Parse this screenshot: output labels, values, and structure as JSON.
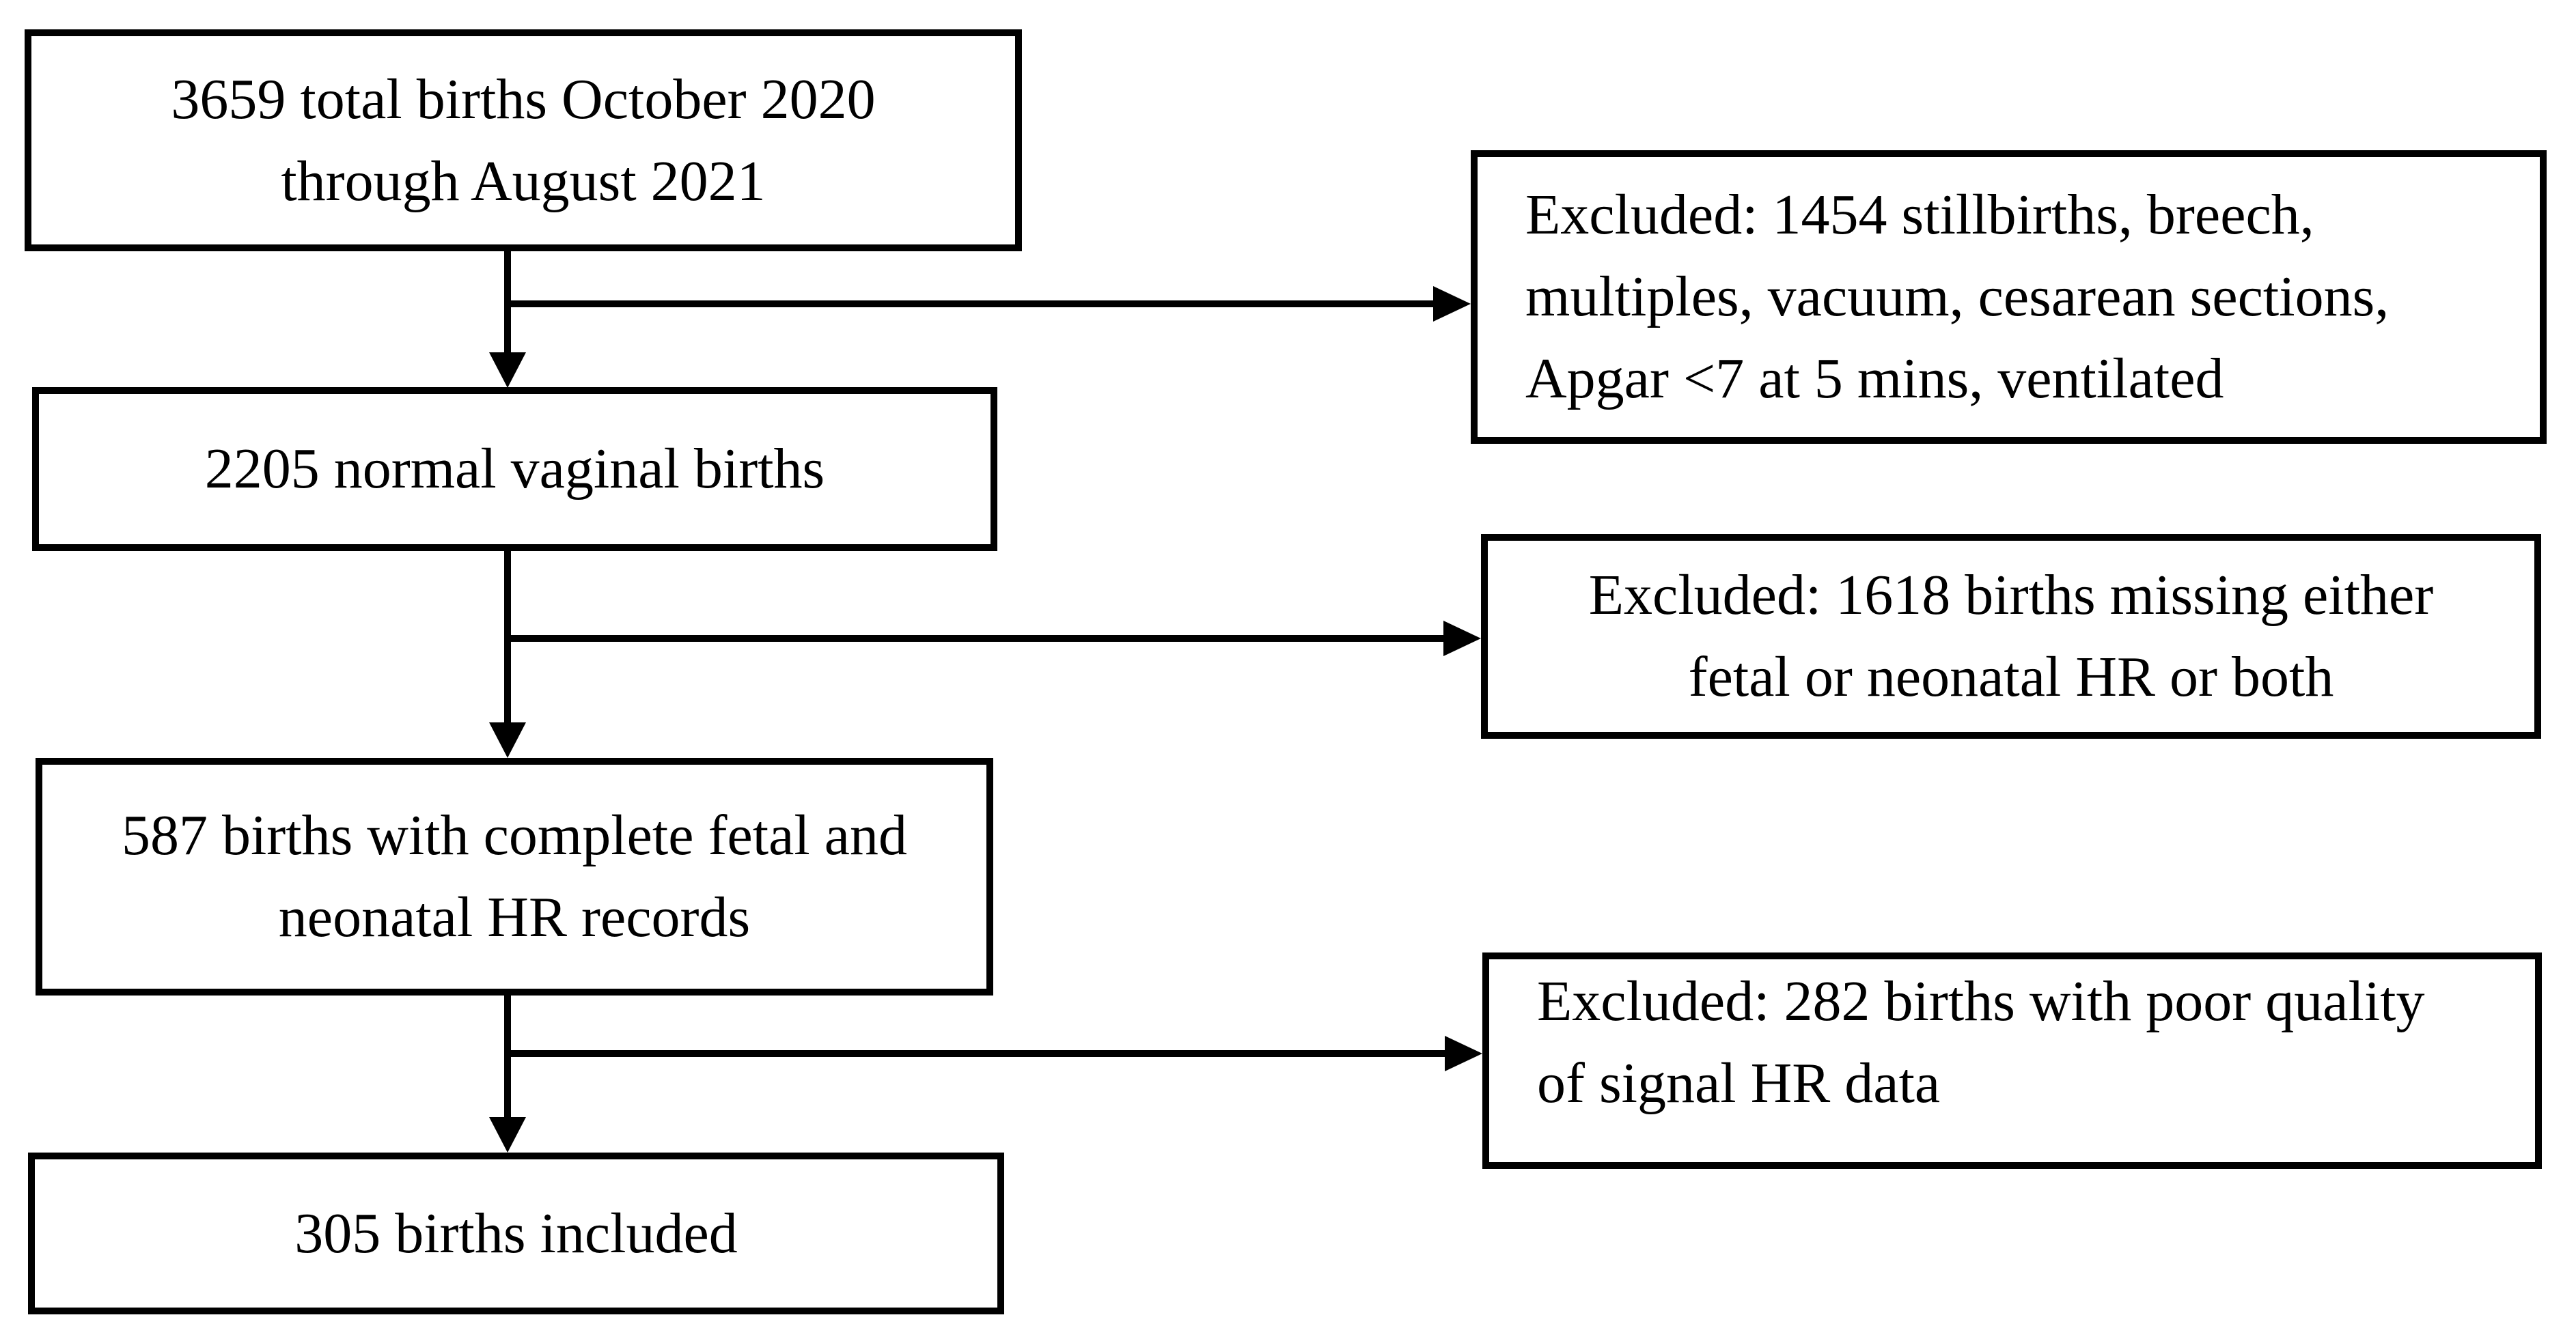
{
  "theme": {
    "line_color": "#000000",
    "background_color": "#ffffff"
  },
  "diagram": {
    "type": "study-flowchart",
    "flow_boxes": [
      {
        "id": "total-births",
        "text": "3659 total births October 2020\nthrough August 2021"
      },
      {
        "id": "normal-vaginal-births",
        "text": "2205 normal vaginal births"
      },
      {
        "id": "complete-hr-records",
        "text": "587 births with complete fetal and\nneonatal HR records"
      },
      {
        "id": "births-included",
        "text": "305 births included"
      }
    ],
    "exclusion_boxes": [
      {
        "id": "excluded-initial",
        "text": "Excluded: 1454 stillbirths, breech,\nmultiples, vacuum, cesarean sections,\nApgar <7 at 5 mins, ventilated"
      },
      {
        "id": "excluded-missing-hr",
        "text": "Excluded: 1618 births missing either\nfetal or neonatal HR or both"
      },
      {
        "id": "excluded-poor-quality",
        "text": "Excluded: 282 births with poor quality\nof signal HR data"
      }
    ]
  }
}
